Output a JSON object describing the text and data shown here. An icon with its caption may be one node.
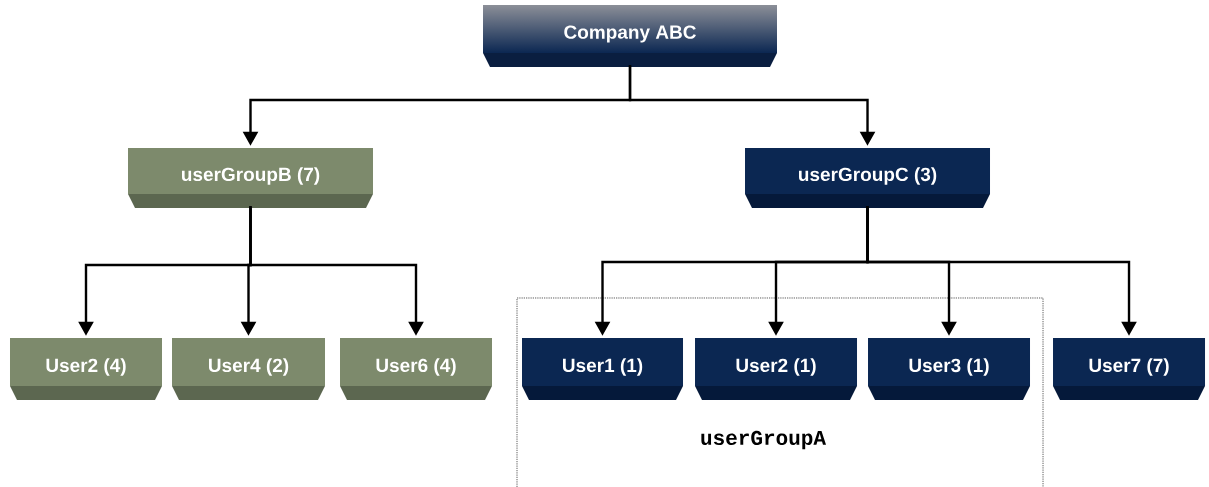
{
  "diagram": {
    "nodes": [
      {
        "text": [
          "Company ABC"
        ]
      },
      {
        "text": [
          "userGroupB (7)"
        ]
      },
      {
        "text": [
          "userGroupC (3)"
        ]
      },
      {
        "text": [
          "User2 (4)"
        ]
      },
      {
        "text": [
          "User4 (2)"
        ]
      },
      {
        "text": [
          "User6 (4)"
        ]
      },
      {
        "text": [
          "userGroupA"
        ]
      },
      {
        "text": [
          "User1 (1)"
        ],
        "in": 6
      },
      {
        "text": [
          "User2 (1)"
        ],
        "in": 6
      },
      {
        "text": [
          "User3 (1)"
        ],
        "in": 6
      },
      {
        "text": [
          "User7 (7)"
        ]
      }
    ],
    "edges": [
      {
        "from": 0,
        "to": 1,
        "arrow": "to"
      },
      {
        "from": 0,
        "to": 2,
        "arrow": "to"
      },
      {
        "from": 1,
        "to": 3,
        "arrow": "to"
      },
      {
        "from": 1,
        "to": 4,
        "arrow": "to"
      },
      {
        "from": 1,
        "to": 5,
        "arrow": "to"
      },
      {
        "from": 2,
        "to": 7,
        "arrow": "to"
      },
      {
        "from": 2,
        "to": 8,
        "arrow": "to"
      },
      {
        "from": 2,
        "to": 9,
        "arrow": "to"
      },
      {
        "from": 2,
        "to": 10,
        "arrow": "to"
      }
    ]
  }
}
